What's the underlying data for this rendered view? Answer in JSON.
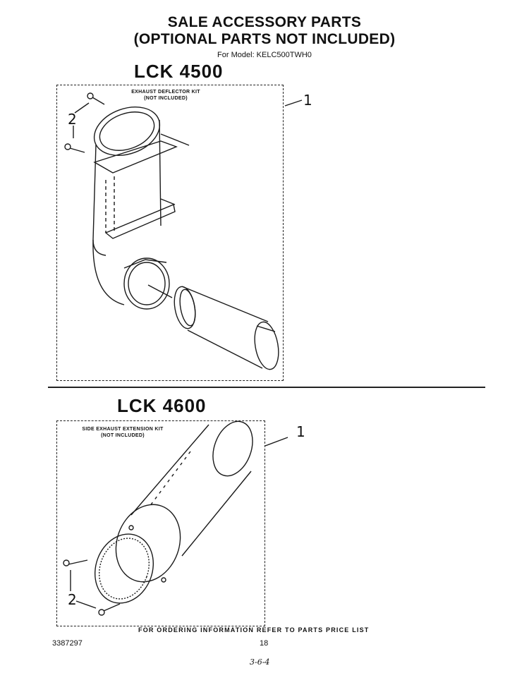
{
  "header": {
    "title_line1": "SALE ACCESSORY PARTS",
    "title_line2": "(OPTIONAL PARTS NOT INCLUDED)",
    "model": "For Model: KELC500TWH0"
  },
  "kit_a": {
    "title": "LCK 4500",
    "caption_line1": "EXHAUST DEFLECTOR KIT",
    "caption_line2": "(NOT INCLUDED)",
    "callout_1": "1",
    "callout_2": "2"
  },
  "kit_b": {
    "title": "LCK 4600",
    "caption_line1": "SIDE EXHAUST EXTENSION KIT",
    "caption_line2": "(NOT INCLUDED)",
    "callout_1": "1",
    "callout_2": "2"
  },
  "footer": {
    "note": "FOR ORDERING INFORMATION REFER TO PARTS PRICE LIST",
    "part_number": "3387297",
    "page_number": "18",
    "handwritten": "3-6-4"
  }
}
